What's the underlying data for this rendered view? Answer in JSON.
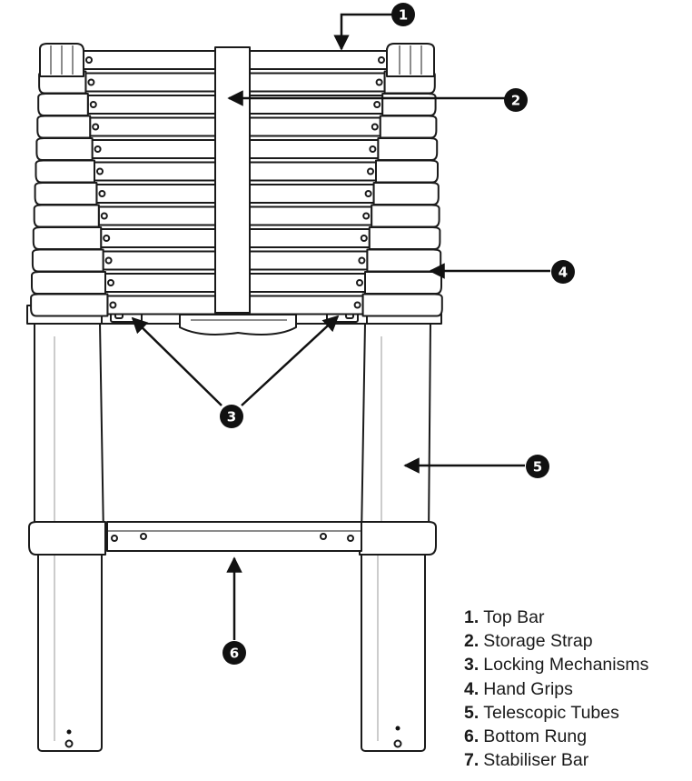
{
  "callouts": [
    "1",
    "2",
    "3",
    "4",
    "5",
    "6"
  ],
  "legend": [
    {
      "num": "1.",
      "label": "Top Bar"
    },
    {
      "num": "2.",
      "label": "Storage Strap"
    },
    {
      "num": "3.",
      "label": "Locking Mechanisms"
    },
    {
      "num": "4.",
      "label": "Hand Grips"
    },
    {
      "num": "5.",
      "label": "Telescopic Tubes"
    },
    {
      "num": "6.",
      "label": "Bottom Rung"
    },
    {
      "num": "7.",
      "label": "Stabiliser Bar"
    }
  ],
  "colors": {
    "line": "#1a1a1a",
    "fill": "#ffffff",
    "callout": "#111111"
  }
}
